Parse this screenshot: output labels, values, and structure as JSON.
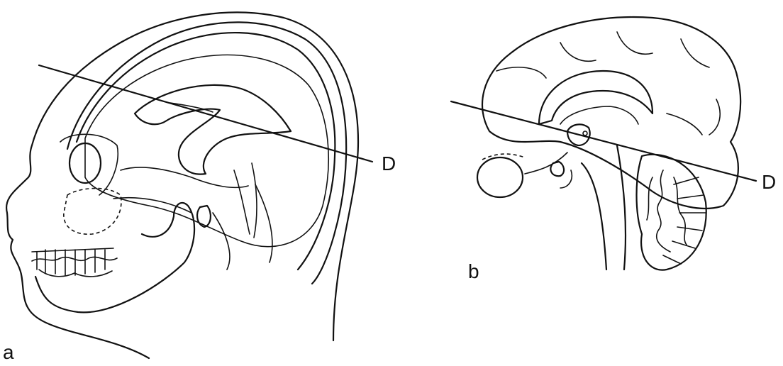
{
  "panel_a": {
    "label": "a",
    "line_label": "D"
  },
  "panel_b": {
    "label": "b",
    "line_label": "D"
  }
}
